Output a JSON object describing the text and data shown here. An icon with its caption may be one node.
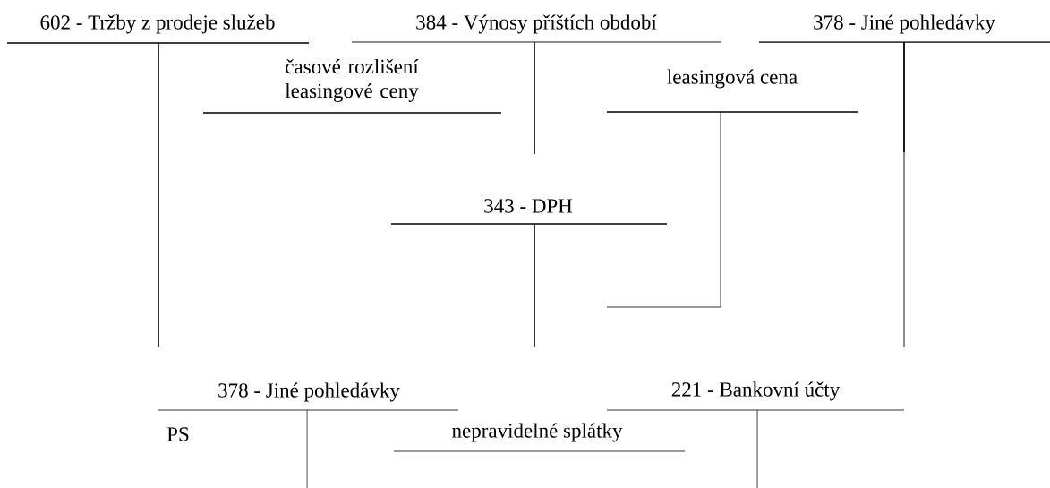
{
  "diagram": {
    "nodes": [
      {
        "text": [
          "602 - Tržby z prodeje služeb"
        ]
      },
      {
        "text": [
          "384 - Výnosy příštích období"
        ]
      },
      {
        "text": [
          "378 - Jiné pohledávky"
        ]
      },
      {
        "text": [
          "343 - DPH"
        ]
      },
      {
        "text": [
          "378 - Jiné pohledávky"
        ]
      },
      {
        "text": [
          "221 - Bankovní účty"
        ]
      }
    ],
    "labels": [
      "časové rozlišení leasingové ceny",
      "leasingová cena",
      "PS",
      "nepravidelné splátky"
    ]
  }
}
